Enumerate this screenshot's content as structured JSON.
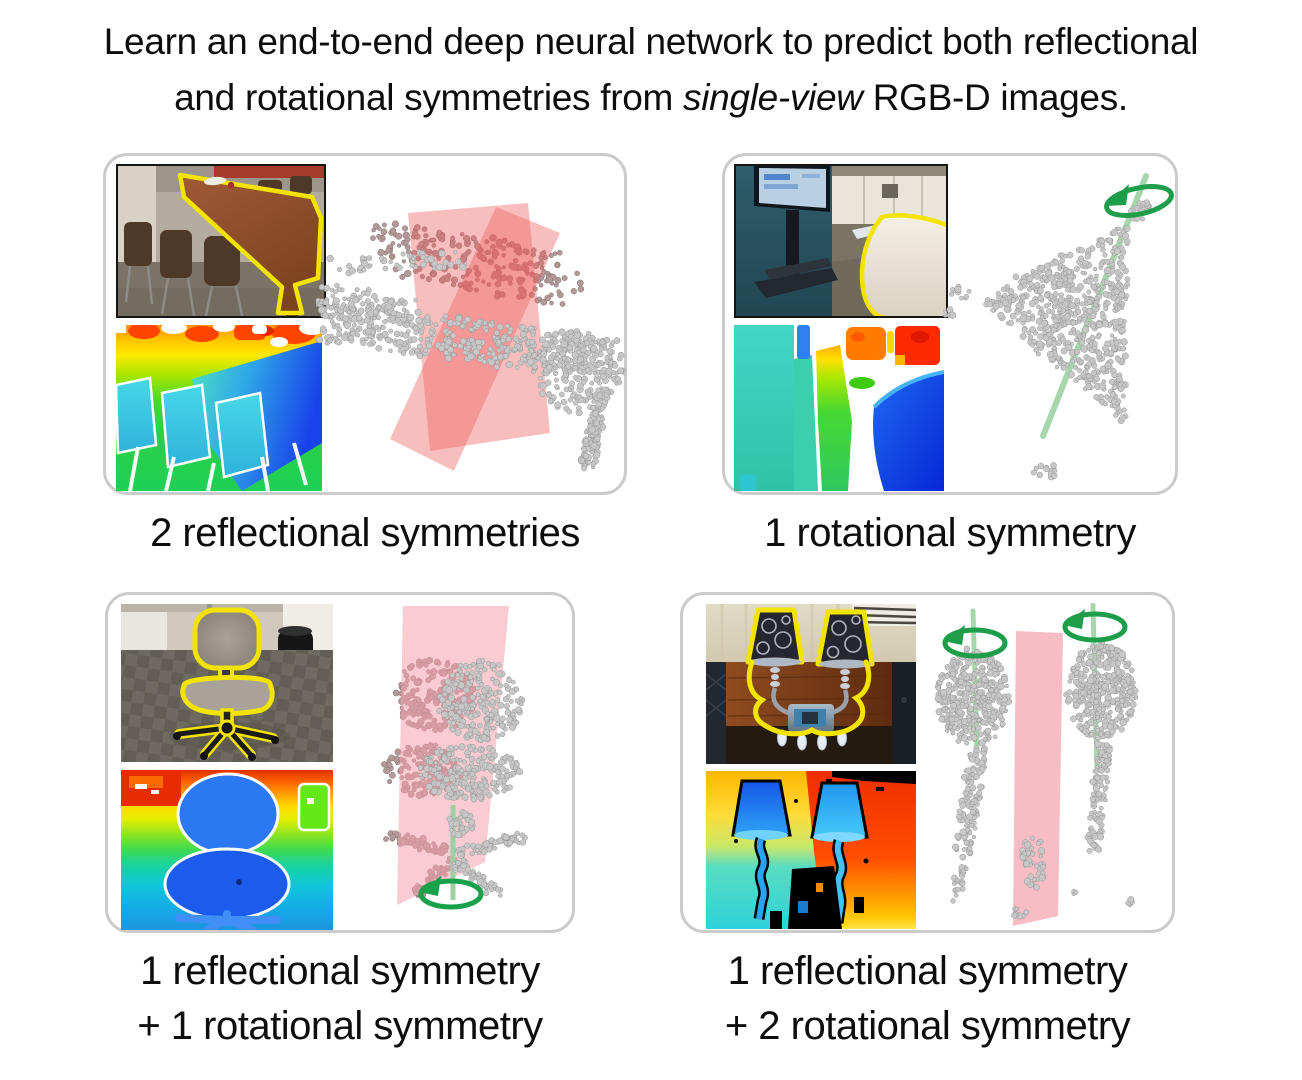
{
  "title": {
    "line1": "Learn an end-to-end deep neural network to predict both reflectional",
    "line2_pre": "and rotational symmetries from ",
    "line2_italic": "single-view",
    "line2_post": " RGB-D images."
  },
  "panels": [
    {
      "name": "two-reflectional-symmetries",
      "caption_lines": [
        "2 reflectional symmetries"
      ]
    },
    {
      "name": "one-rotational-symmetry",
      "caption_lines": [
        "1 rotational symmetry"
      ]
    },
    {
      "name": "one-reflectional-one-rotational",
      "caption_lines": [
        "1 reflectional symmetry",
        "+ 1 rotational symmetry"
      ]
    },
    {
      "name": "one-reflectional-two-rotational",
      "caption_lines": [
        "1 reflectional symmetry",
        "+ 2 rotational symmetry"
      ]
    }
  ],
  "colors": {
    "reflection_plane_red": "#ee5c5c",
    "reflection_plane_pink": "#f5a0ad",
    "rotation_axis_green": "#a6d7ac",
    "rotation_arrow_green": "#1e9e4a",
    "object_outline_yellow": "#f2e300",
    "point_gray": "#c7c7c7",
    "point_behind_plane": "#b39a9a",
    "card_border": "#cbcbcb"
  }
}
